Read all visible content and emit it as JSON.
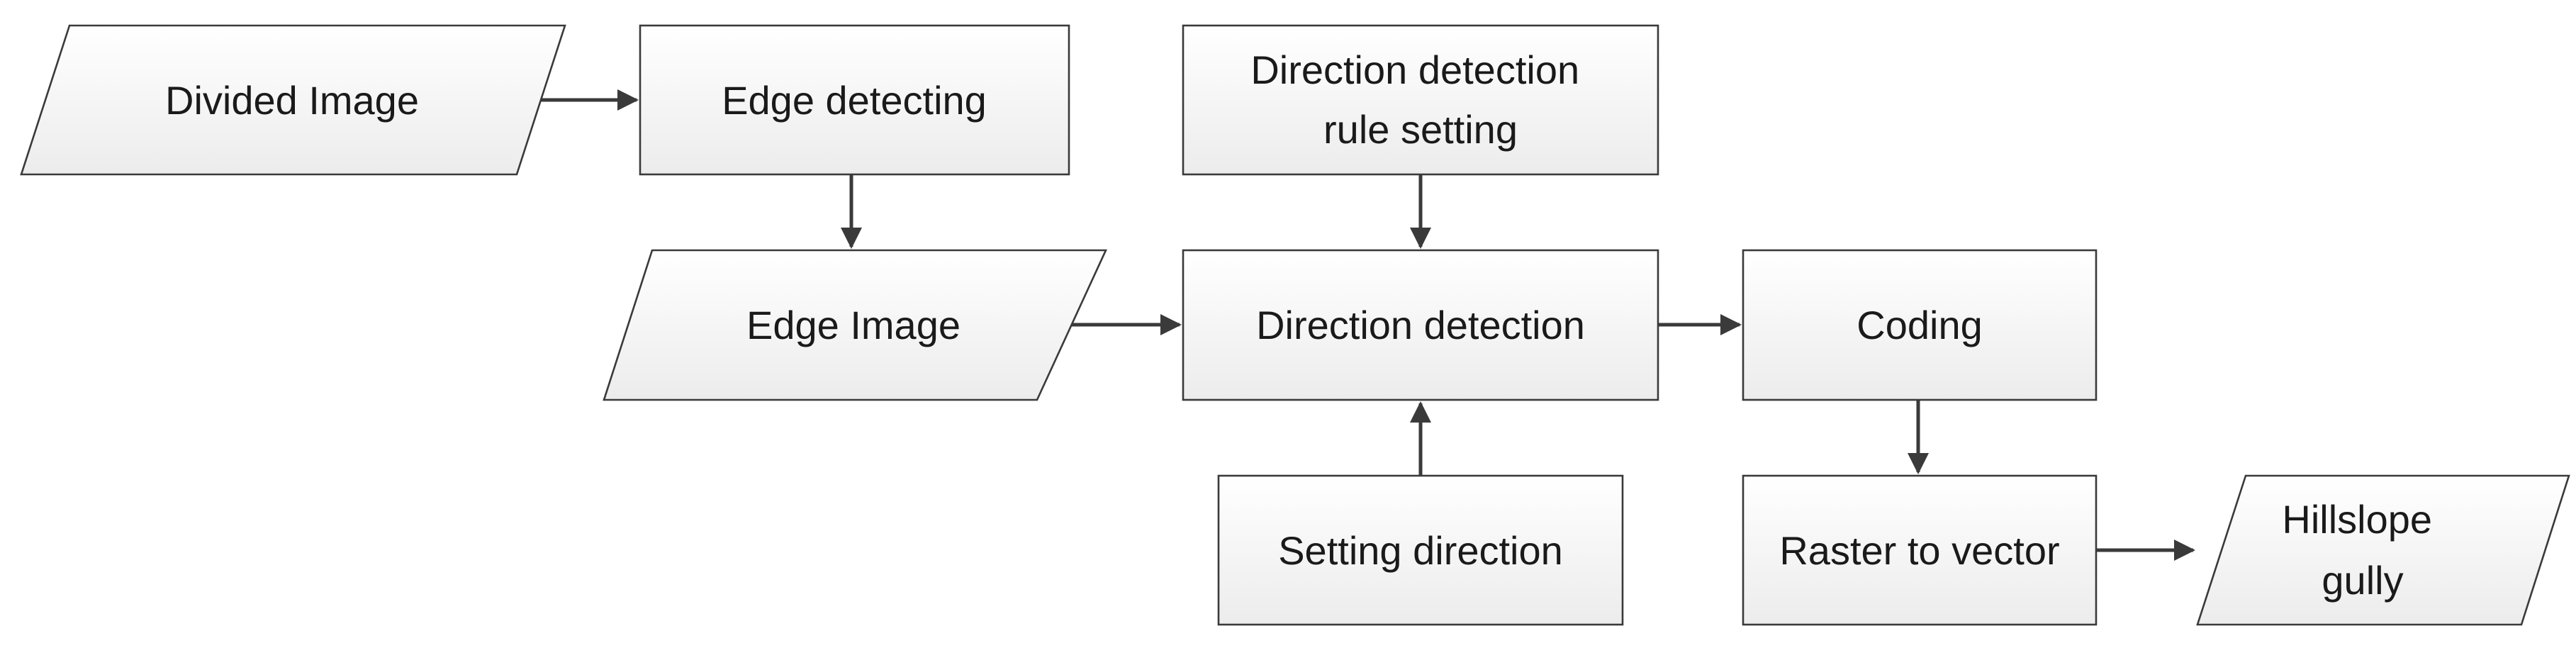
{
  "nodes": {
    "divided_image": {
      "shape": "parallelogram",
      "lines": [
        "Divided Image"
      ]
    },
    "edge_detecting": {
      "shape": "rectangle",
      "lines": [
        "Edge detecting"
      ]
    },
    "direction_rule": {
      "shape": "rectangle",
      "lines": [
        "Direction detection",
        "rule setting"
      ]
    },
    "edge_image": {
      "shape": "parallelogram",
      "lines": [
        "Edge Image"
      ]
    },
    "direction_detection": {
      "shape": "rectangle",
      "lines": [
        "Direction detection"
      ]
    },
    "coding": {
      "shape": "rectangle",
      "lines": [
        "Coding"
      ]
    },
    "setting_direction": {
      "shape": "rectangle",
      "lines": [
        "Setting direction"
      ]
    },
    "raster_to_vector": {
      "shape": "rectangle",
      "lines": [
        "Raster to vector"
      ]
    },
    "hillslope_gully": {
      "shape": "parallelogram",
      "lines": [
        "Hillslope",
        "gully"
      ]
    }
  },
  "edges": [
    {
      "from": "divided_image",
      "to": "edge_detecting"
    },
    {
      "from": "edge_detecting",
      "to": "edge_image"
    },
    {
      "from": "edge_image",
      "to": "direction_detection"
    },
    {
      "from": "direction_rule",
      "to": "direction_detection"
    },
    {
      "from": "setting_direction",
      "to": "direction_detection"
    },
    {
      "from": "direction_detection",
      "to": "coding"
    },
    {
      "from": "coding",
      "to": "raster_to_vector"
    },
    {
      "from": "raster_to_vector",
      "to": "hillslope_gully"
    }
  ],
  "colors": {
    "stroke": "#3a3a3a",
    "fill_top": "#ffffff",
    "fill_bottom": "#ececec",
    "text": "#1a1a1a"
  }
}
